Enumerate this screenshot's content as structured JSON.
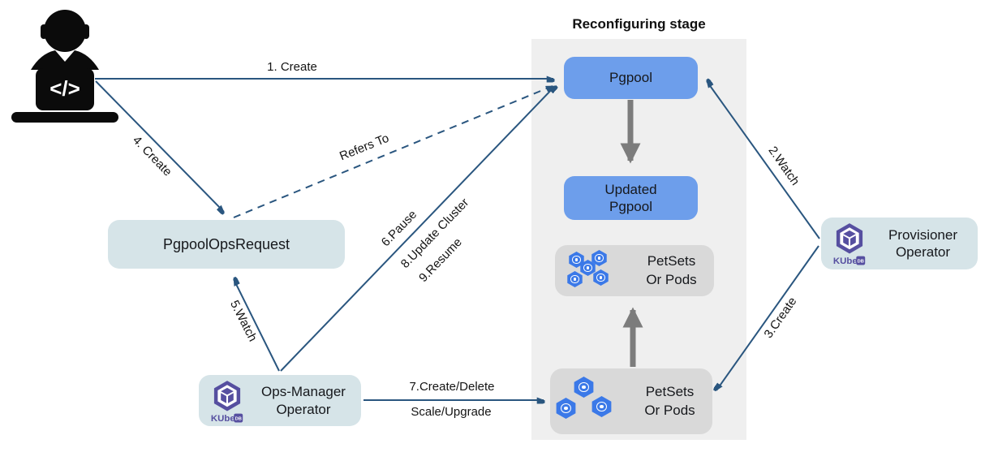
{
  "diagram": {
    "stage_title": "Reconfiguring stage",
    "developer_glyph": "</>",
    "nodes": {
      "pgpool": "Pgpool",
      "updated_pgpool_line1": "Updated",
      "updated_pgpool_line2": "Pgpool",
      "petsets_top_line1": "PetSets",
      "petsets_top_line2": "Or Pods",
      "petsets_bottom_line1": "PetSets",
      "petsets_bottom_line2": "Or Pods",
      "pgpool_ops_request": "PgpoolOpsRequest",
      "ops_manager_line1": "Ops-Manager",
      "ops_manager_line2": "Operator",
      "provisioner_line1": "Provisioner",
      "provisioner_line2": "Operator"
    },
    "kubedb_logo": {
      "kube": "KUbe",
      "db": "DB"
    },
    "edges": {
      "e1": "1. Create",
      "e2": "2.Watch",
      "e3": "3.Create",
      "e4": "4. Create",
      "e5": "5.Watch",
      "e6": "6.Pause",
      "e7_line1": "7.Create/Delete",
      "e7_line2": "Scale/Upgrade",
      "e8": "8.Update Cluster",
      "e9": "9.Resume",
      "refers_to": "Refers To"
    },
    "colors": {
      "arrow_blue": "#2a567f",
      "node_blue": "#6d9eeb",
      "node_gray": "#d9d9d9",
      "node_teal": "#d6e4e8",
      "panel_gray": "#efefef",
      "thick_arrow_gray": "#7c7c7c",
      "pod_blue": "#3b79e8",
      "kubedb_purple": "#564fa0"
    }
  }
}
